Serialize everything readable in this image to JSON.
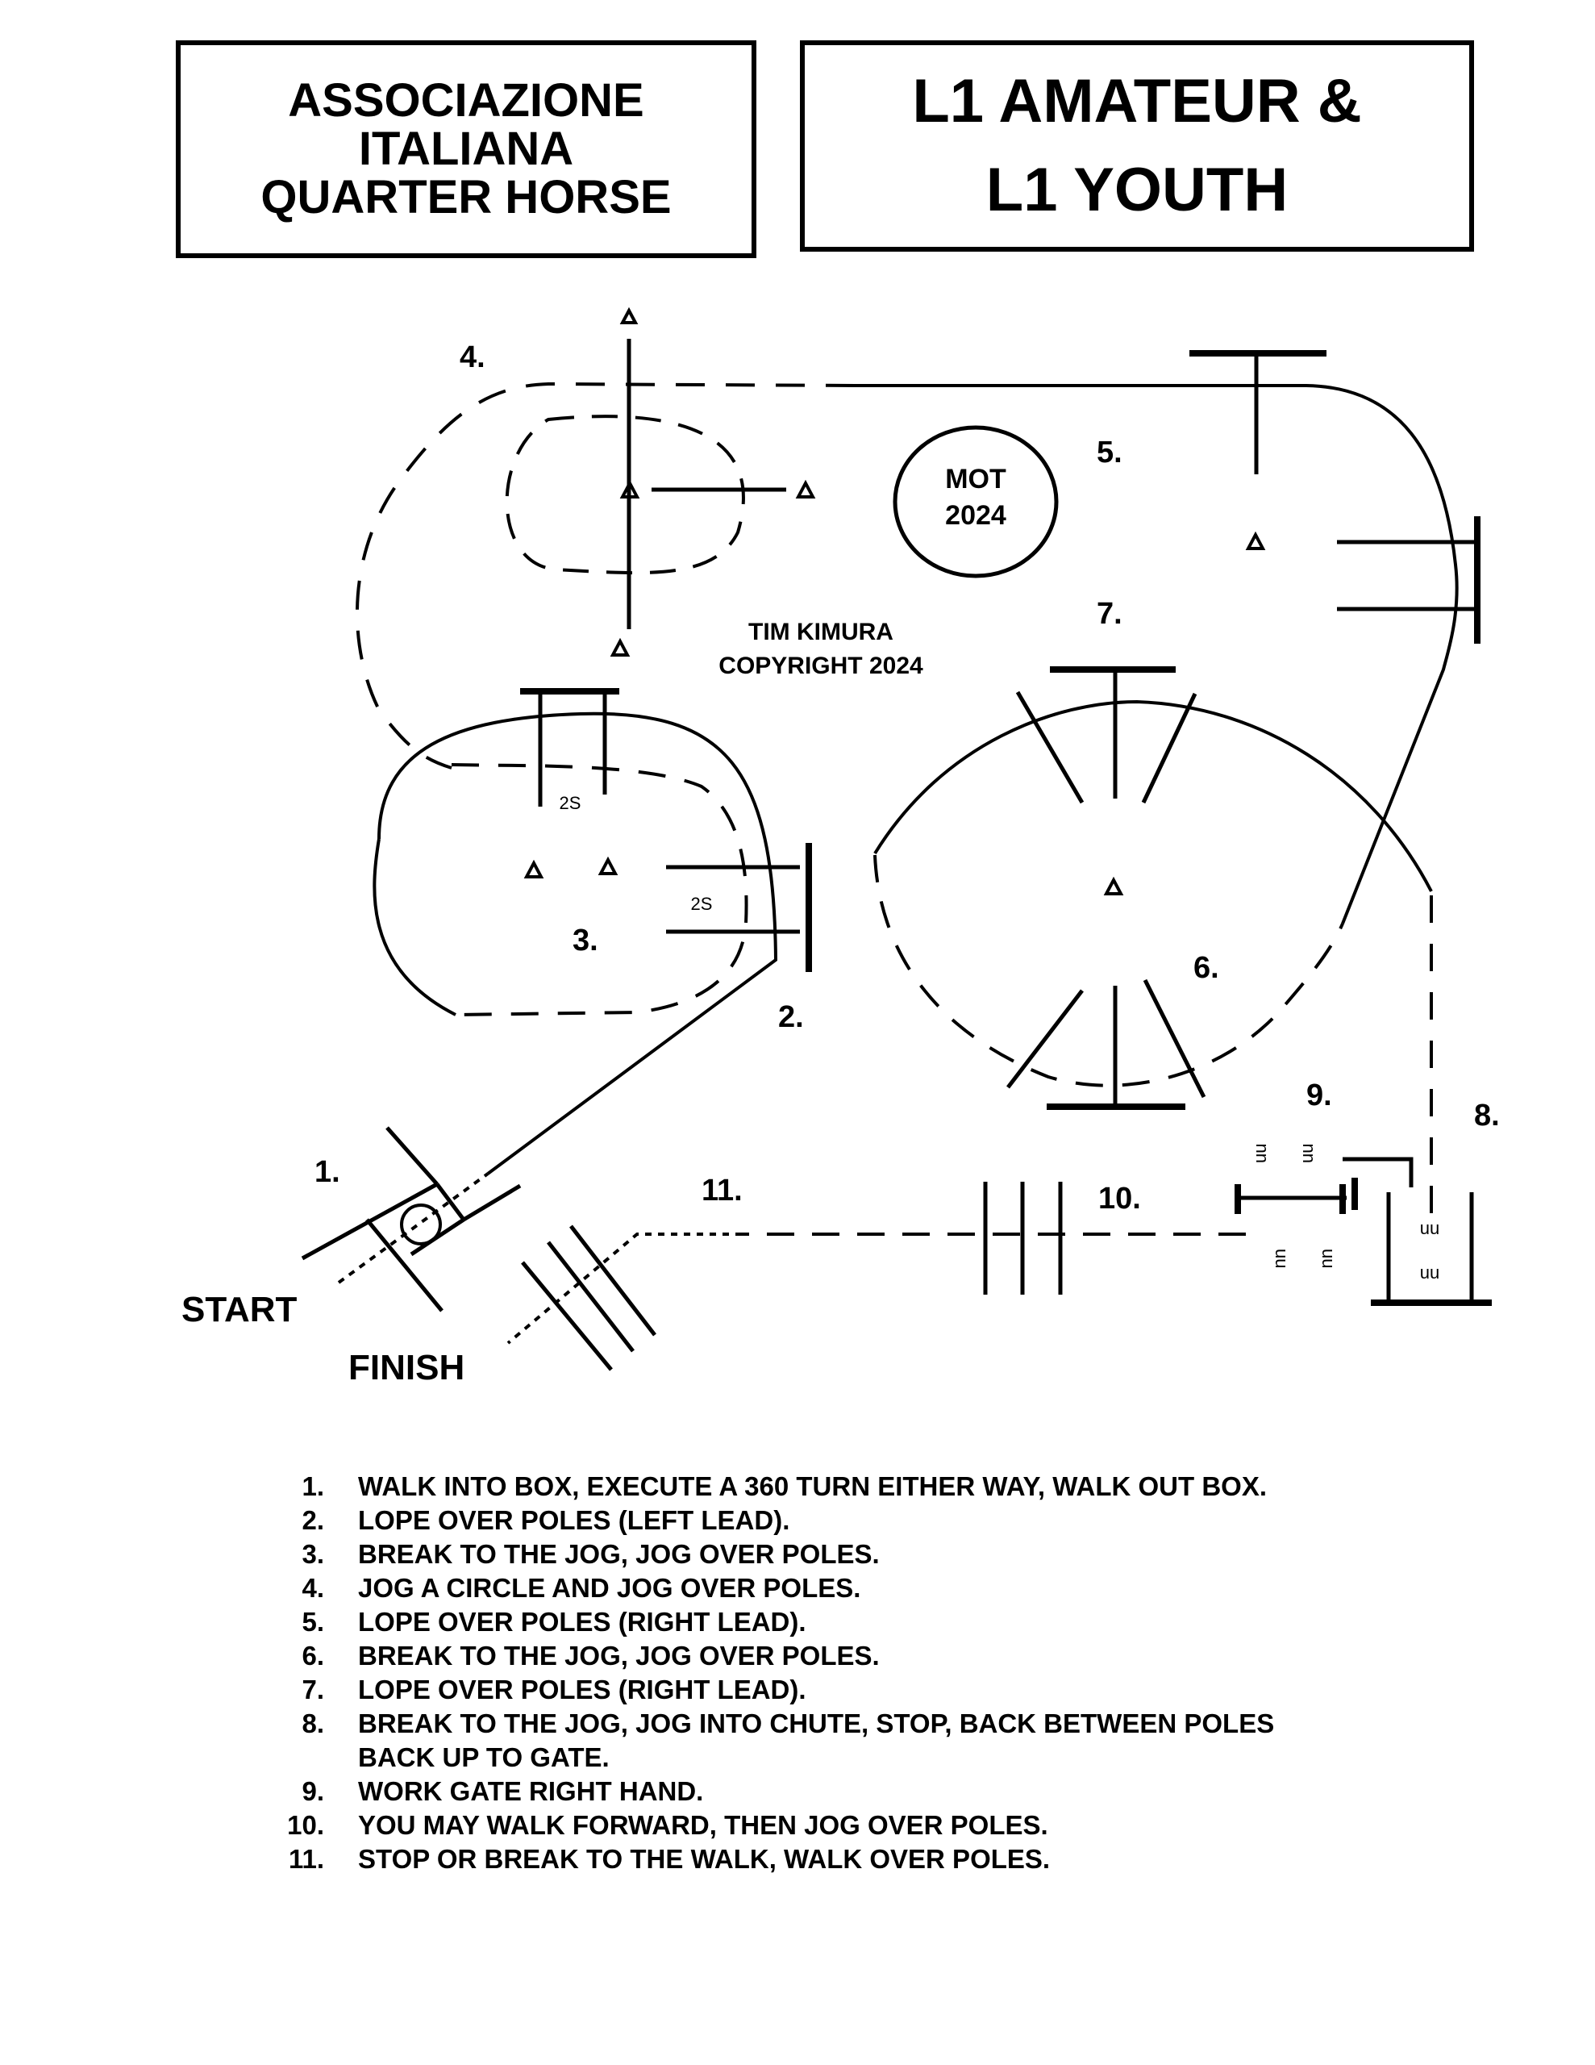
{
  "header": {
    "organization": [
      "ASSOCIAZIONE",
      "ITALIANA",
      "QUARTER HORSE"
    ],
    "class_title": [
      "L1 AMATEUR &",
      "L1 YOUTH"
    ]
  },
  "diagram": {
    "markers": [
      "1.",
      "2.",
      "3.",
      "4.",
      "5.",
      "6.",
      "7.",
      "8.",
      "9.",
      "10.",
      "11."
    ],
    "start_label": "START",
    "finish_label": "FINISH",
    "seal_lines": [
      "MOT",
      "2024"
    ],
    "credit_lines": [
      "TIM KIMURA",
      "COPYRIGHT 2024"
    ],
    "pole_spacing_label": "2S",
    "gate_hinge_glyph": "uu"
  },
  "instructions": [
    {
      "num": "1.",
      "text": "WALK INTO BOX, EXECUTE A 360 TURN EITHER WAY, WALK OUT BOX."
    },
    {
      "num": "2.",
      "text": "LOPE OVER POLES (LEFT LEAD)."
    },
    {
      "num": "3.",
      "text": "BREAK TO THE JOG, JOG OVER POLES."
    },
    {
      "num": "4.",
      "text": "JOG A CIRCLE AND JOG OVER POLES."
    },
    {
      "num": "5.",
      "text": "LOPE OVER POLES (RIGHT LEAD)."
    },
    {
      "num": "6.",
      "text": "BREAK TO THE JOG, JOG OVER POLES."
    },
    {
      "num": "7.",
      "text": "LOPE OVER POLES (RIGHT LEAD)."
    },
    {
      "num": "8.",
      "text": "BREAK TO THE JOG, JOG INTO CHUTE, STOP, BACK BETWEEN POLES"
    },
    {
      "num": "",
      "text": "BACK UP TO GATE."
    },
    {
      "num": "9.",
      "text": "WORK GATE RIGHT HAND."
    },
    {
      "num": "10.",
      "text": "YOU MAY WALK FORWARD, THEN JOG OVER POLES."
    },
    {
      "num": "11.",
      "text": "STOP OR BREAK TO THE WALK, WALK OVER POLES."
    }
  ]
}
